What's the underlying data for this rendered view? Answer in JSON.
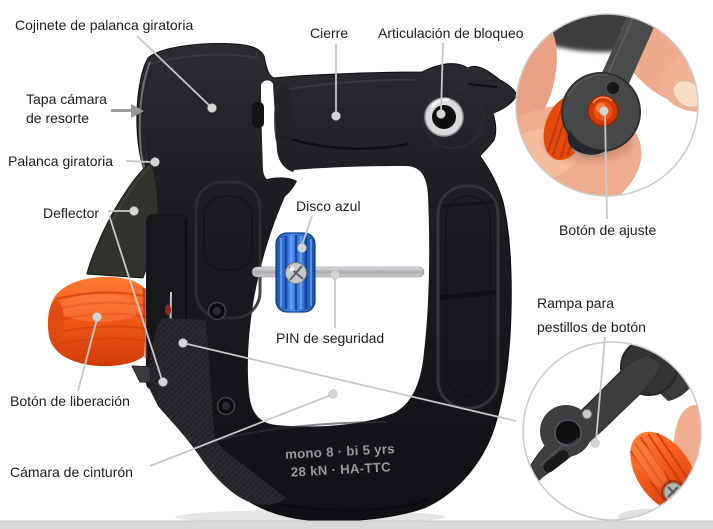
{
  "figure_type": "annotated-product-diagram",
  "labels": {
    "cojinete": "Cojinete de palanca giratoria",
    "cierre": "Cierre",
    "articulacion": "Articulación de bloqueo",
    "tapa": {
      "line1": "Tapa cámara",
      "line2": "de resorte"
    },
    "palanca": "Palanca giratoria",
    "deflector": "Deflector",
    "boton_liberacion": "Botón de liberación",
    "camara_cinturon": "Cámara de cinturón",
    "disco_azul": "Disco azul",
    "pin_seguridad": "PIN de seguridad",
    "boton_ajuste": "Botón de ajuste",
    "rampa": {
      "line1": "Rampa para",
      "line2": "pestillos de botón"
    }
  },
  "device_print": {
    "line1": "mono 8 · bi 5 yrs",
    "line2": "28 kN · HA-TTC"
  },
  "colors": {
    "accent_orange": "#f4581a",
    "disc_blue": "#2e7bd8",
    "leader_gray": "#c9c9c9",
    "label_text": "#1d1d1d",
    "device_print_gray": "#9a9a9b",
    "device_black": "#1b1c20",
    "footer_strip": "#d8d9da"
  }
}
